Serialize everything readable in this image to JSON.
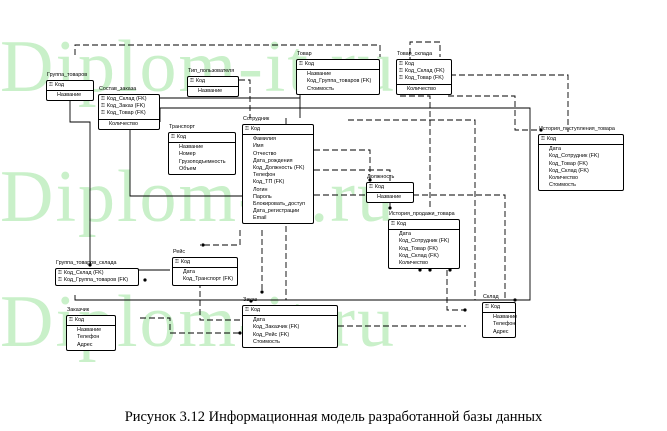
{
  "watermark": {
    "text": "Diplom-it.ru"
  },
  "caption": "Рисунок 3.12 Информационная модель разработанной базы данных",
  "entities": {
    "gruppa_tovarov": {
      "title": "Группа_товаров",
      "keys": [
        "Код"
      ],
      "attrs": [
        "Название"
      ]
    },
    "sostav_zakaza": {
      "title": "Состав_заказа",
      "keys": [
        "Код_Склад (FK)",
        "Код_Заказ (FK)",
        "Код_Товар (FK)"
      ],
      "attrs": [
        "Количество"
      ]
    },
    "tip_polzovatelya": {
      "title": "Тип_пользователя",
      "keys": [
        "Код"
      ],
      "attrs": [
        "Название"
      ]
    },
    "tovar": {
      "title": "Товар",
      "keys": [
        "Код"
      ],
      "attrs": [
        "Название",
        "Код_Группа_товаров (FK)",
        "Стоимость"
      ]
    },
    "tovar_sklada": {
      "title": "Товар_склада",
      "keys": [
        "Код",
        "Код_Склад (FK)",
        "Код_Товар (FK)"
      ],
      "attrs": [
        "Количество"
      ]
    },
    "istoriya_postupleniya": {
      "title": "История_поступления_товара",
      "keys": [
        "Код"
      ],
      "attrs": [
        "Дата",
        "Код_Сотрудник (FK)",
        "Код_Товар (FK)",
        "Код_Склад (FK)",
        "Количество",
        "Стоимость"
      ]
    },
    "transport": {
      "title": "Транспорт",
      "keys": [
        "Код"
      ],
      "attrs": [
        "Название",
        "Номер",
        "Грузоподъемность",
        "Объем"
      ]
    },
    "sotrudnik": {
      "title": "Сотрудник",
      "keys": [
        "Код"
      ],
      "attrs": [
        "Фамилия",
        "Имя",
        "Отчество",
        "Дата_рождения",
        "Код_Должность (FK)",
        "Телефон",
        "Код_ТП (FK)",
        "Логин",
        "Пароль",
        "Блокировать_доступ",
        "Дата_регистрации",
        "Email"
      ]
    },
    "dolzhnost": {
      "title": "Должность",
      "keys": [
        "Код"
      ],
      "attrs": [
        "Название"
      ]
    },
    "istoriya_prodazhi": {
      "title": "История_продажи_товара",
      "keys": [
        "Код"
      ],
      "attrs": [
        "Дата",
        "Код_Сотрудник (FK)",
        "Код_Товар (FK)",
        "Код_Склад (FK)",
        "Количество"
      ]
    },
    "gruppa_tovarov_sklada": {
      "title": "Группа_товаров_склада",
      "keys": [
        "Код_Склад (FK)",
        "Код_Группа_товаров (FK)"
      ],
      "attrs": []
    },
    "reys": {
      "title": "Рейс",
      "keys": [
        "Код"
      ],
      "attrs": [
        "Дата",
        "Код_Транспорт (FK)"
      ]
    },
    "zakazchik": {
      "title": "Заказчик",
      "keys": [
        "Код"
      ],
      "attrs": [
        "Название",
        "Телефон",
        "Адрес"
      ]
    },
    "zakaz": {
      "title": "Заказ",
      "keys": [
        "Код"
      ],
      "attrs": [
        "Дата",
        "Код_Заказчик (FK)",
        "Код_Рейс (FK)",
        "Стоимость"
      ]
    },
    "sklad": {
      "title": "Склад",
      "keys": [
        "Код"
      ],
      "attrs": [
        "Название",
        "Телефон",
        "Адрес"
      ]
    }
  }
}
